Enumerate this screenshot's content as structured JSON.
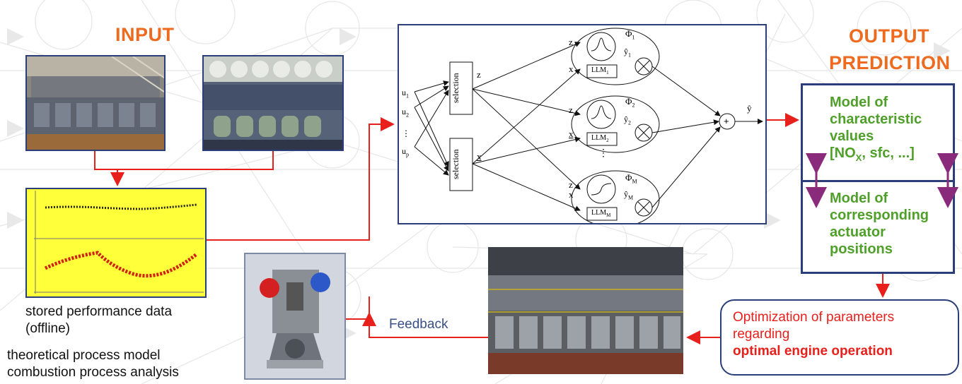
{
  "input_label": "INPUT",
  "output_label": [
    "OUTPUT",
    "PREDICTION"
  ],
  "stored_data_caption": [
    "stored performance data",
    "(offline)"
  ],
  "theory_caption": [
    "theoretical process model",
    "combustion process analysis"
  ],
  "feedback_label": "Feedback",
  "model_box": {
    "top_lines": [
      "Model of",
      "characteristic",
      "values"
    ],
    "formula": {
      "open": "[NO",
      "sub": "X",
      "close": ", sfc, ...]"
    },
    "bottom_lines": [
      "Model of",
      "corresponding",
      "actuator",
      "positions"
    ]
  },
  "optimization_box": {
    "lines": [
      "Optimization of parameters",
      "regarding"
    ],
    "bold_line": "optimal engine operation"
  },
  "network": {
    "inputs": [
      "u",
      "u",
      "u"
    ],
    "input_subs": [
      "1",
      "2",
      "p"
    ],
    "vdots": "⋮",
    "selection_label": "selection",
    "z_label": "z",
    "x_label": "x",
    "neurons": [
      {
        "phi": "Φ",
        "phi_sub": "1",
        "yhat": "ŷ",
        "yhat_sub": "1",
        "llm": "LLM",
        "llm_sub": "1"
      },
      {
        "phi": "Φ",
        "phi_sub": "2",
        "yhat": "ŷ",
        "yhat_sub": "2",
        "llm": "LLM",
        "llm_sub": "2"
      },
      {
        "phi": "Φ",
        "phi_sub": "M",
        "yhat": "ŷ",
        "yhat_sub": "M",
        "llm": "LLM",
        "llm_sub": "M"
      }
    ],
    "sum_symbol": "+",
    "output_symbol": "ŷ"
  },
  "colors": {
    "heading": "#ee6a1e",
    "green": "#4fa02a",
    "arrow": "#e8201c",
    "border": "#2a3f7a",
    "purple": "#8a2a7a"
  }
}
